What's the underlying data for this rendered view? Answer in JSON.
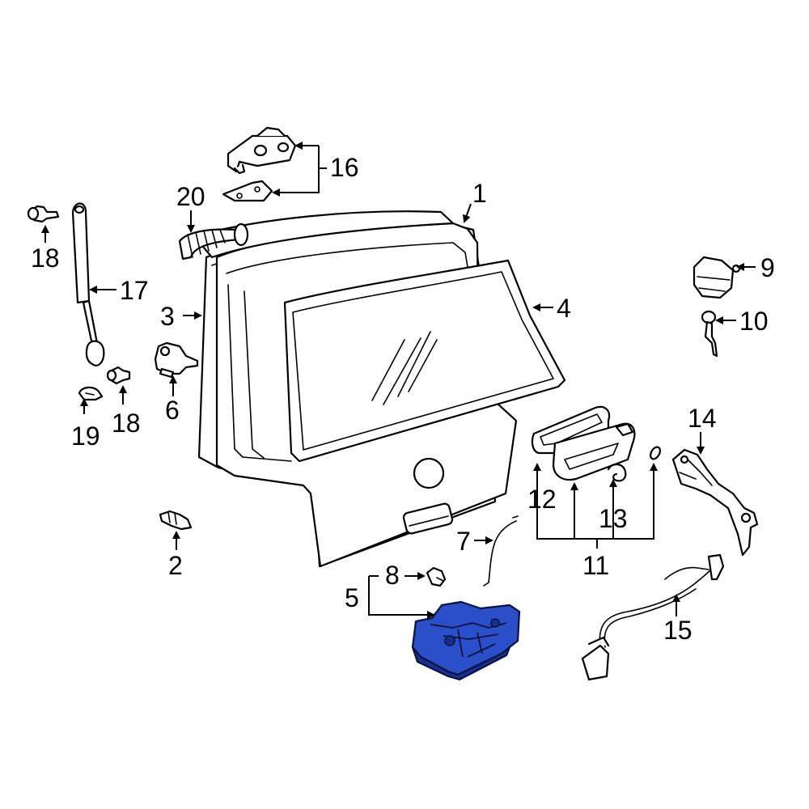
{
  "colors": {
    "line": "#000000",
    "background": "#ffffff",
    "highlight": "#2a4fc8",
    "highlight_shadow": "#17308f"
  },
  "highlighted_part": "5",
  "callouts": {
    "c1": "1",
    "c2": "2",
    "c3": "3",
    "c4": "4",
    "c5": "5",
    "c6": "6",
    "c7": "7",
    "c8": "8",
    "c9": "9",
    "c10": "10",
    "c11": "11",
    "c12": "12",
    "c13": "13",
    "c14": "14",
    "c15": "15",
    "c16": "16",
    "c17": "17",
    "c18a": "18",
    "c18b": "18",
    "c19": "19",
    "c20": "20"
  }
}
